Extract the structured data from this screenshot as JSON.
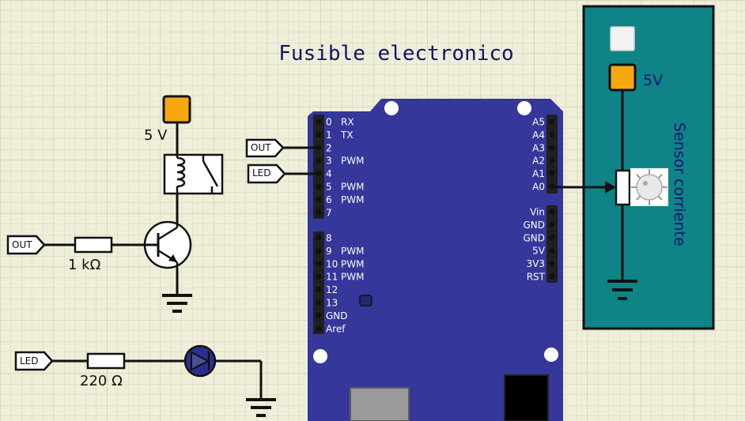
{
  "title": "Fusible electronico",
  "relay": {
    "supply_label": "5 V"
  },
  "transistor": {
    "base_resistor": "1 kΩ"
  },
  "led_branch": {
    "resistor": "220 Ω"
  },
  "net_tags": {
    "relay_out": "OUT",
    "led_in": "LED",
    "arduino_out": "OUT",
    "arduino_led": "LED"
  },
  "arduino": {
    "left_pins_top": [
      {
        "num": "0",
        "fn": "RX"
      },
      {
        "num": "1",
        "fn": "TX"
      },
      {
        "num": "2",
        "fn": ""
      },
      {
        "num": "3",
        "fn": "PWM"
      },
      {
        "num": "4",
        "fn": ""
      },
      {
        "num": "5",
        "fn": "PWM"
      },
      {
        "num": "6",
        "fn": "PWM"
      },
      {
        "num": "7",
        "fn": ""
      }
    ],
    "left_pins_bottom": [
      {
        "num": "8",
        "fn": ""
      },
      {
        "num": "9",
        "fn": "PWM"
      },
      {
        "num": "10",
        "fn": "PWM"
      },
      {
        "num": "11",
        "fn": "PWM"
      },
      {
        "num": "12",
        "fn": ""
      },
      {
        "num": "13",
        "fn": ""
      },
      {
        "num": "GND",
        "fn": ""
      },
      {
        "num": "Aref",
        "fn": ""
      }
    ],
    "right_pins_analog": [
      "A5",
      "A4",
      "A3",
      "A2",
      "A1",
      "A0"
    ],
    "right_pins_power": [
      "Vin",
      "GND",
      "GND",
      "5V",
      "3V3",
      "RST"
    ]
  },
  "sensor": {
    "label": "Sensor corriente",
    "supply_label": "5V"
  },
  "colors": {
    "background": "#efefd9",
    "grid": "#d3d3b8",
    "board": "#35379a",
    "sensor_panel": "#0e8486",
    "title": "#12126e",
    "supply_terminal": "#f7a80f",
    "led_body": "#2b2f8c"
  }
}
